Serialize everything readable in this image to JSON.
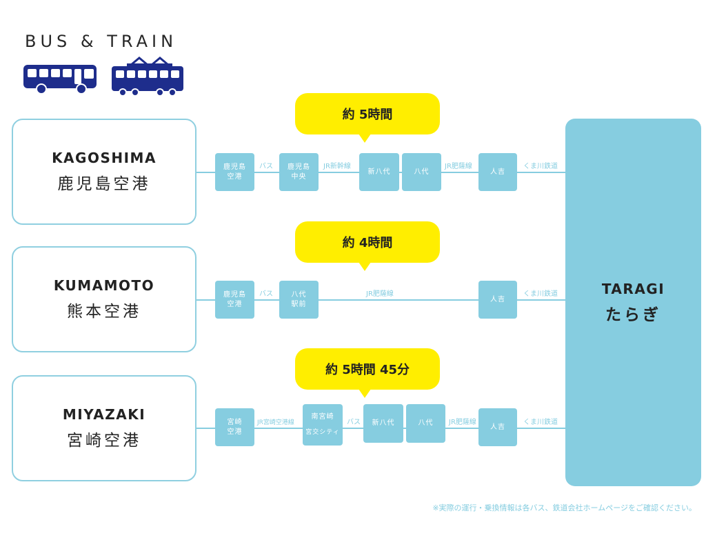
{
  "header": {
    "title": "BUS & TRAIN"
  },
  "icons": {
    "bus": "bus-icon",
    "train": "train-icon"
  },
  "colors": {
    "accent": "#86cde0",
    "bubble": "#ffee00",
    "vehicle": "#1e2d8c"
  },
  "routes": [
    {
      "origin_en": "KAGOSHIMA",
      "origin_ja": "鹿児島空港",
      "duration": "約 5時間",
      "stops": [
        {
          "line1": "鹿児島",
          "line2": "空港"
        },
        {
          "line1": "鹿児島",
          "line2": "中央"
        },
        {
          "line1": "新八代",
          "line2": ""
        },
        {
          "line1": "八代",
          "line2": ""
        },
        {
          "line1": "人吉",
          "line2": ""
        }
      ],
      "segments": [
        "バス",
        "JR新幹線",
        "JR肥薩線",
        "くま川鉄道"
      ]
    },
    {
      "origin_en": "KUMAMOTO",
      "origin_ja": "熊本空港",
      "duration": "約 4時間",
      "stops": [
        {
          "line1": "鹿児島",
          "line2": "空港"
        },
        {
          "line1": "八代",
          "line2": "駅前"
        },
        {
          "line1": "人吉",
          "line2": ""
        }
      ],
      "segments": [
        "バス",
        "JR肥薩線",
        "くま川鉄道"
      ]
    },
    {
      "origin_en": "MIYAZAKI",
      "origin_ja": "宮崎空港",
      "duration": "約 5時間 45分",
      "stops": [
        {
          "line1": "宮崎",
          "line2": "空港"
        },
        {
          "line1": "南宮崎",
          "line2": "宮交シティ"
        },
        {
          "line1": "新八代",
          "line2": ""
        },
        {
          "line1": "八代",
          "line2": ""
        },
        {
          "line1": "人吉",
          "line2": ""
        }
      ],
      "segments": [
        "JR宮崎空港線",
        "バス",
        "JR肥薩線",
        "くま川鉄道"
      ]
    }
  ],
  "destination": {
    "en": "TARAGI",
    "ja": "たらぎ"
  },
  "footnote": "※実際の運行・乗換情報は各バス、鉄道会社ホームページをご確認ください。"
}
